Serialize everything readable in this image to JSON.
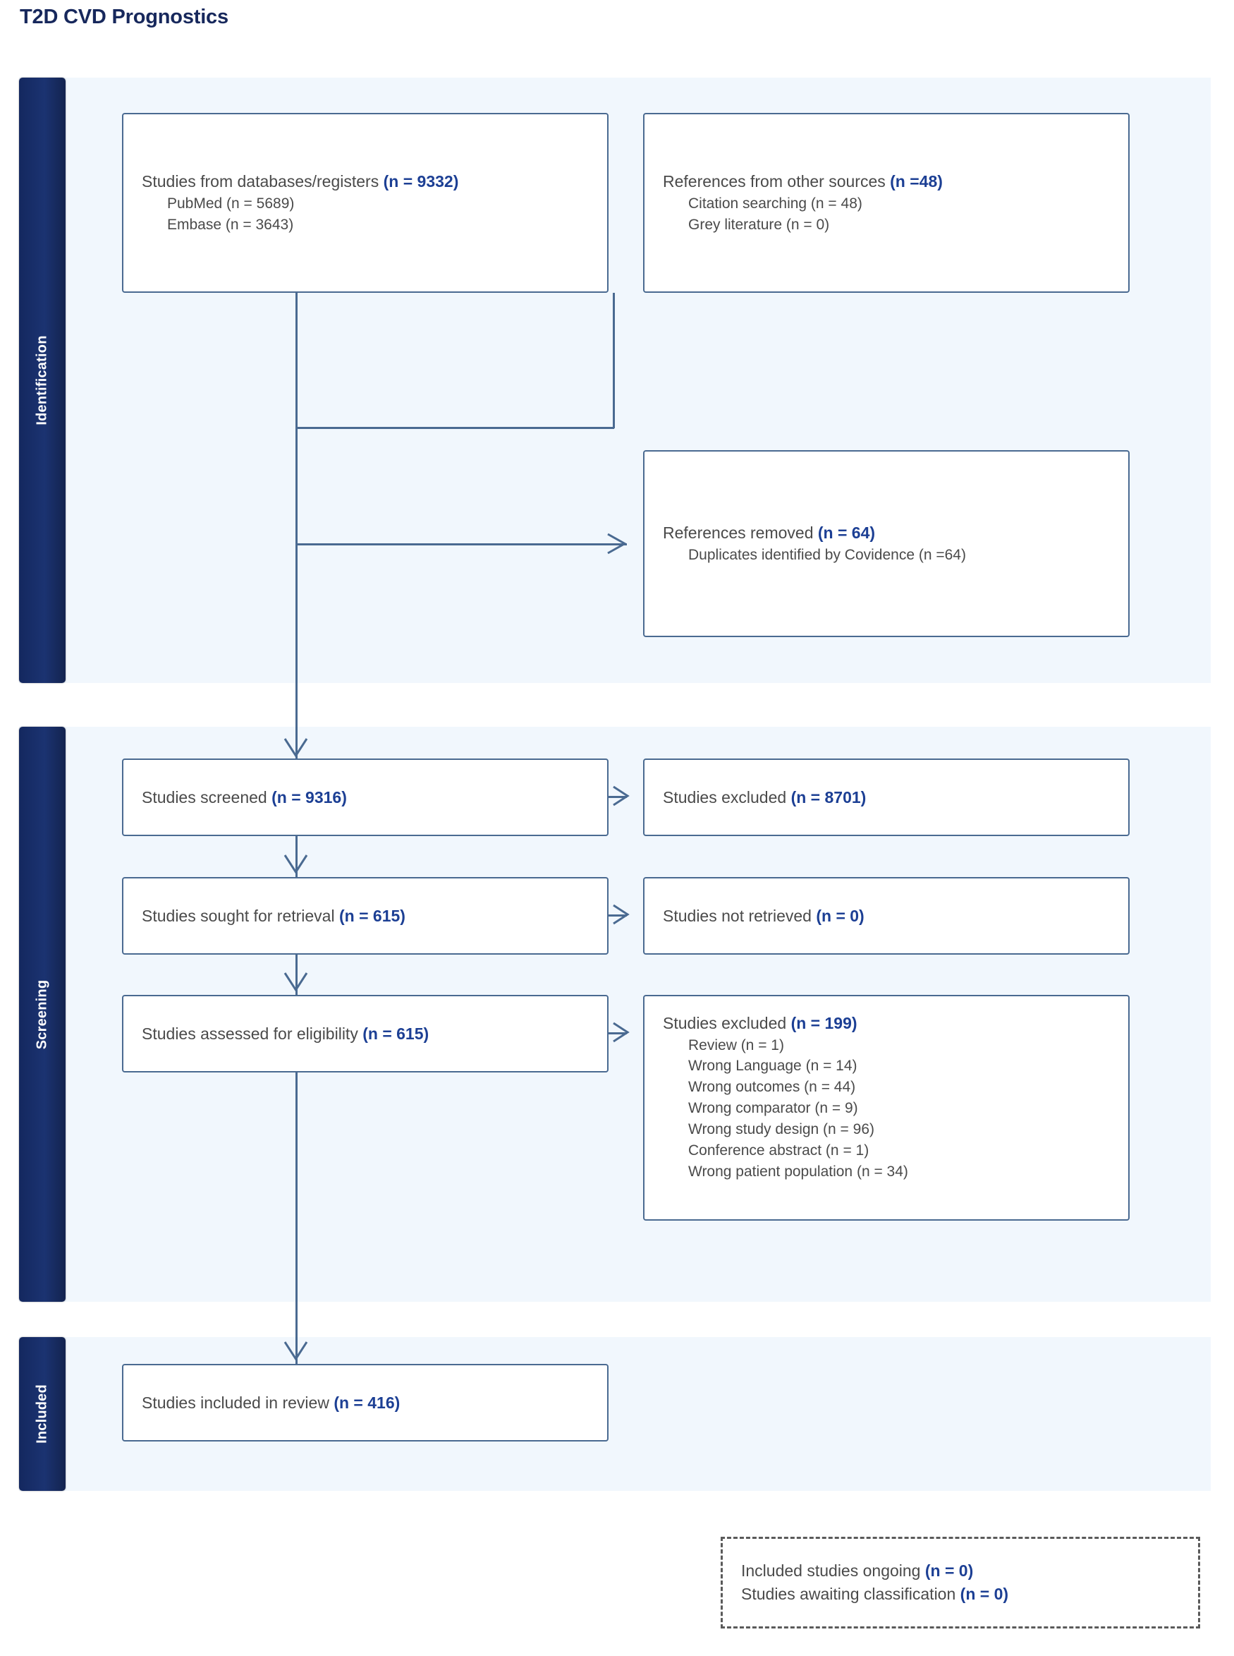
{
  "page": {
    "title": "T2D CVD Prognostics",
    "accent_navy": "#14285f",
    "accent_count_blue": "#1c3f94",
    "box_border": "#4a6a91",
    "band_fill": "#f1f7fd"
  },
  "stages": [
    {
      "id": "identification",
      "label": "Identification"
    },
    {
      "id": "screening",
      "label": "Screening"
    },
    {
      "id": "included",
      "label": "Included"
    }
  ],
  "chart_data": {
    "type": "diagram",
    "diagram_kind": "PRISMA-flow",
    "title": "T2D CVD Prognostics",
    "nodes": [
      {
        "id": "databases",
        "stage": "Identification",
        "main": "Studies from databases/registers",
        "count": "(n = 9332)",
        "sub": [
          "PubMed (n = 5689)",
          "Embase (n = 3643)"
        ]
      },
      {
        "id": "other_sources",
        "stage": "Identification",
        "main": "References from other sources",
        "count": "(n =48)",
        "sub": [
          "Citation searching (n = 48)",
          "Grey literature (n = 0)"
        ]
      },
      {
        "id": "removed",
        "stage": "Identification",
        "main": "References removed",
        "count": "(n = 64)",
        "sub": [
          "Duplicates identified by Covidence (n =64)"
        ]
      },
      {
        "id": "screened",
        "stage": "Screening",
        "main": "Studies screened",
        "count": "(n = 9316)",
        "sub": []
      },
      {
        "id": "excluded_screened",
        "stage": "Screening",
        "main": "Studies excluded",
        "count": "(n = 8701)",
        "sub": []
      },
      {
        "id": "sought",
        "stage": "Screening",
        "main": "Studies sought for retrieval",
        "count": "(n = 615)",
        "sub": []
      },
      {
        "id": "not_retrieved",
        "stage": "Screening",
        "main": "Studies not retrieved",
        "count": "(n = 0)",
        "sub": []
      },
      {
        "id": "assessed",
        "stage": "Screening",
        "main": "Studies assessed for eligibility",
        "count": "(n = 615)",
        "sub": []
      },
      {
        "id": "excluded_assessed",
        "stage": "Screening",
        "main": "Studies excluded",
        "count": "(n = 199)",
        "sub": [
          "Review (n = 1)",
          "Wrong Language (n = 14)",
          "Wrong outcomes (n = 44)",
          "Wrong comparator (n = 9)",
          "Wrong study design (n = 96)",
          "Conference abstract (n = 1)",
          "Wrong patient population (n = 34)"
        ]
      },
      {
        "id": "included",
        "stage": "Included",
        "main": "Studies included in review",
        "count": "(n = 416)",
        "sub": []
      },
      {
        "id": "ongoing",
        "stage": "Included",
        "dashed": true,
        "lines": [
          {
            "text": "Included studies ongoing",
            "count": "(n = 0)"
          },
          {
            "text": "Studies awaiting classification",
            "count": "(n = 0)"
          }
        ]
      }
    ],
    "edges": [
      {
        "from": "databases",
        "to": "screened"
      },
      {
        "from": "other_sources",
        "to": "screened"
      },
      {
        "from": "databases",
        "to": "removed"
      },
      {
        "from": "screened",
        "to": "excluded_screened"
      },
      {
        "from": "screened",
        "to": "sought"
      },
      {
        "from": "sought",
        "to": "not_retrieved"
      },
      {
        "from": "sought",
        "to": "assessed"
      },
      {
        "from": "assessed",
        "to": "excluded_assessed"
      },
      {
        "from": "assessed",
        "to": "included"
      }
    ]
  },
  "boxes": {
    "databases": {
      "main": "Studies from databases/registers ",
      "count": "(n = 9332)",
      "sub1": "PubMed (n = 5689)",
      "sub2": "Embase (n = 3643)"
    },
    "other_sources": {
      "main": "References from other sources ",
      "count": "(n =48)",
      "sub1": "Citation searching (n = 48)",
      "sub2": "Grey literature (n = 0)"
    },
    "removed": {
      "main": "References removed ",
      "count": "(n = 64)",
      "sub1": "Duplicates identified by Covidence (n =64)"
    },
    "screened": {
      "main": "Studies screened ",
      "count": "(n = 9316)"
    },
    "excluded_screened": {
      "main": "Studies excluded ",
      "count": "(n = 8701)"
    },
    "sought": {
      "main": "Studies sought for retrieval ",
      "count": "(n = 615)"
    },
    "not_retrieved": {
      "main": "Studies not retrieved ",
      "count": "(n = 0)"
    },
    "assessed": {
      "main": "Studies assessed for eligibility ",
      "count": "(n = 615)"
    },
    "excluded_assessed": {
      "main": "Studies excluded ",
      "count": "(n = 199)",
      "sub1": "Review (n = 1)",
      "sub2": "Wrong Language (n = 14)",
      "sub3": "Wrong outcomes (n = 44)",
      "sub4": "Wrong comparator (n = 9)",
      "sub5": "Wrong study design (n = 96)",
      "sub6": "Conference abstract (n = 1)",
      "sub7": "Wrong patient population (n = 34)"
    },
    "included": {
      "main": "Studies included in review ",
      "count": "(n = 416)"
    },
    "ongoing": {
      "main1": "Included studies ongoing ",
      "count1": "(n = 0)",
      "main2": "Studies awaiting classification ",
      "count2": "(n = 0)"
    }
  }
}
